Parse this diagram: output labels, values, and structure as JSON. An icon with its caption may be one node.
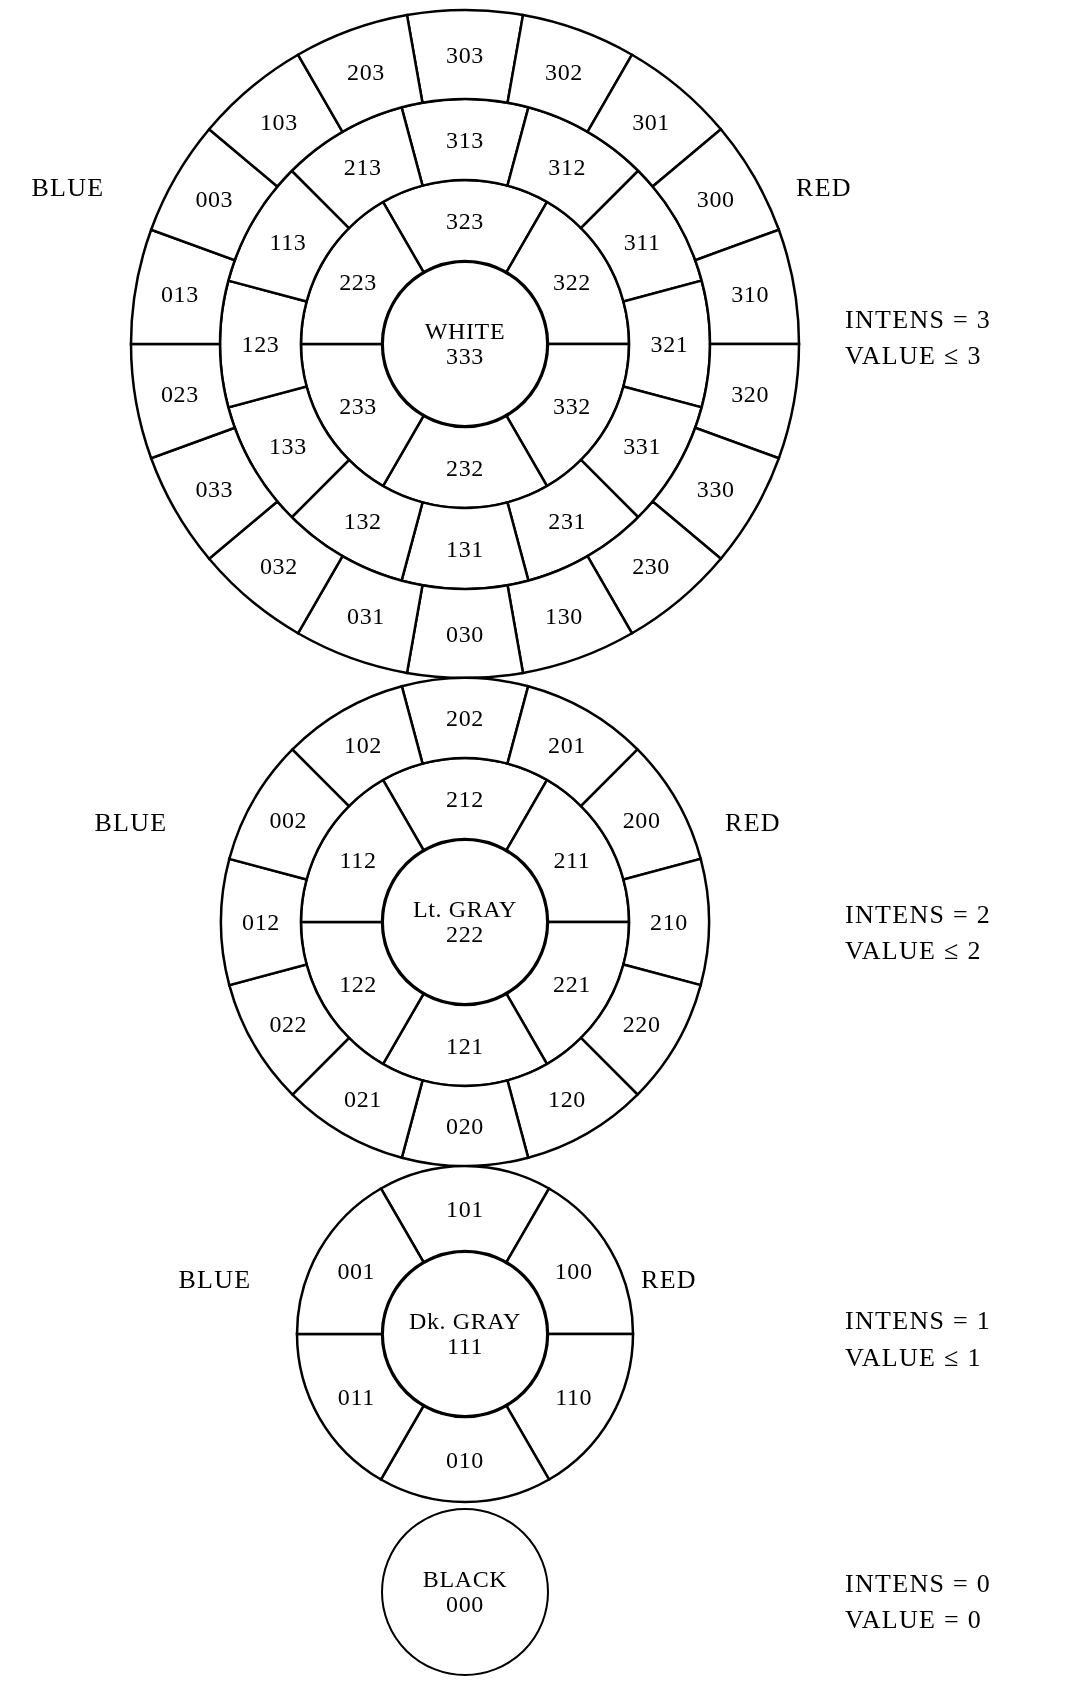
{
  "diagram": {
    "nodes": [
      {
        "text": [
          "WHITE",
          "333"
        ]
      },
      {
        "text": [
          "323"
        ]
      },
      {
        "text": [
          "322"
        ]
      },
      {
        "text": [
          "332"
        ]
      },
      {
        "text": [
          "232"
        ]
      },
      {
        "text": [
          "233"
        ]
      },
      {
        "text": [
          "223"
        ]
      },
      {
        "text": [
          "313"
        ]
      },
      {
        "text": [
          "312"
        ]
      },
      {
        "text": [
          "311"
        ]
      },
      {
        "text": [
          "321"
        ]
      },
      {
        "text": [
          "331"
        ]
      },
      {
        "text": [
          "231"
        ]
      },
      {
        "text": [
          "131"
        ]
      },
      {
        "text": [
          "132"
        ]
      },
      {
        "text": [
          "133"
        ]
      },
      {
        "text": [
          "123"
        ]
      },
      {
        "text": [
          "113"
        ]
      },
      {
        "text": [
          "213"
        ]
      },
      {
        "text": [
          "303"
        ]
      },
      {
        "text": [
          "302"
        ]
      },
      {
        "text": [
          "301"
        ]
      },
      {
        "text": [
          "300"
        ]
      },
      {
        "text": [
          "310"
        ]
      },
      {
        "text": [
          "320"
        ]
      },
      {
        "text": [
          "330"
        ]
      },
      {
        "text": [
          "230"
        ]
      },
      {
        "text": [
          "130"
        ]
      },
      {
        "text": [
          "030"
        ]
      },
      {
        "text": [
          "031"
        ]
      },
      {
        "text": [
          "032"
        ]
      },
      {
        "text": [
          "033"
        ]
      },
      {
        "text": [
          "023"
        ]
      },
      {
        "text": [
          "013"
        ]
      },
      {
        "text": [
          "003"
        ]
      },
      {
        "text": [
          "103"
        ]
      },
      {
        "text": [
          "203"
        ]
      },
      {
        "text": [
          "Lt. GRAY",
          "222"
        ]
      },
      {
        "text": [
          "212"
        ]
      },
      {
        "text": [
          "211"
        ]
      },
      {
        "text": [
          "221"
        ]
      },
      {
        "text": [
          "121"
        ]
      },
      {
        "text": [
          "122"
        ]
      },
      {
        "text": [
          "112"
        ]
      },
      {
        "text": [
          "202"
        ]
      },
      {
        "text": [
          "201"
        ]
      },
      {
        "text": [
          "200"
        ]
      },
      {
        "text": [
          "210"
        ]
      },
      {
        "text": [
          "220"
        ]
      },
      {
        "text": [
          "120"
        ]
      },
      {
        "text": [
          "020"
        ]
      },
      {
        "text": [
          "021"
        ]
      },
      {
        "text": [
          "022"
        ]
      },
      {
        "text": [
          "012"
        ]
      },
      {
        "text": [
          "002"
        ]
      },
      {
        "text": [
          "102"
        ]
      },
      {
        "text": [
          "Dk. GRAY",
          "111"
        ]
      },
      {
        "text": [
          "101"
        ]
      },
      {
        "text": [
          "100"
        ]
      },
      {
        "text": [
          "110"
        ]
      },
      {
        "text": [
          "010"
        ]
      },
      {
        "text": [
          "011"
        ]
      },
      {
        "text": [
          "001"
        ]
      },
      {
        "text": [
          "BLACK",
          "000"
        ]
      }
    ],
    "labels": [
      "BLUE",
      "RED",
      "INTENS = 3",
      "VALUE ≤ 3",
      "BLUE",
      "RED",
      "INTENS = 2",
      "VALUE ≤ 2",
      "BLUE",
      "RED",
      "INTENS = 1",
      "VALUE ≤ 1",
      "INTENS = 0",
      "VALUE = 0"
    ]
  }
}
